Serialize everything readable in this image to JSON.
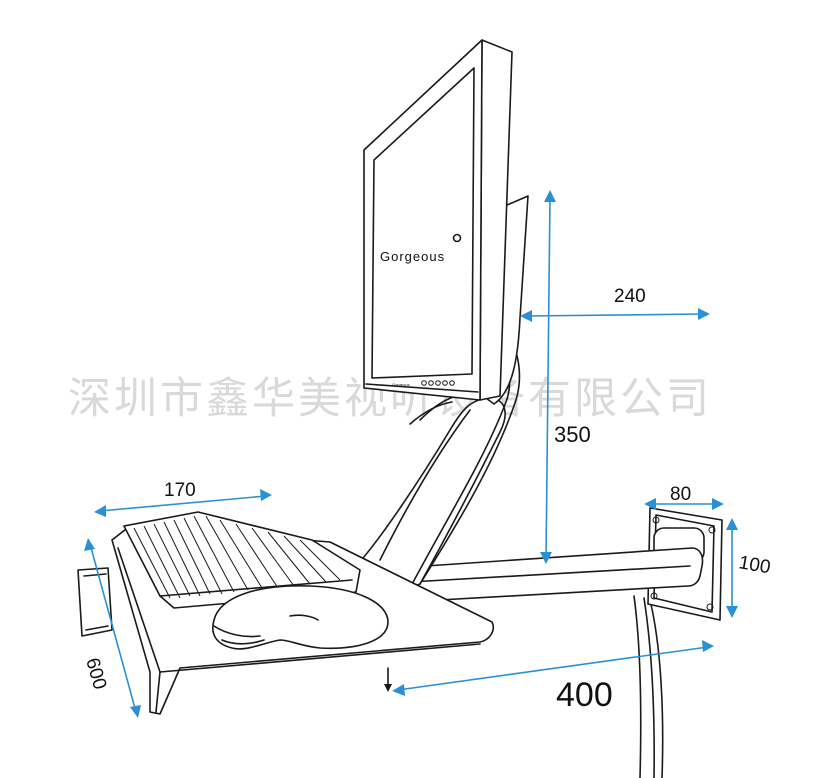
{
  "monitor": {
    "brand": "Gorgeous",
    "bezel_brand": "Gorgeous"
  },
  "dimensions": {
    "keyboard_width": "170",
    "tray_depth": "600",
    "arm_length": "400",
    "monitor_height": "350",
    "monitor_offset": "240",
    "wall_plate_width": "80",
    "wall_plate_height": "100"
  },
  "watermark": "深圳市鑫华美视听设备有限公司",
  "colors": {
    "dimension_line": "#2b8fd6",
    "outline": "#1a1a1a",
    "watermark": "#d9d9d9"
  }
}
